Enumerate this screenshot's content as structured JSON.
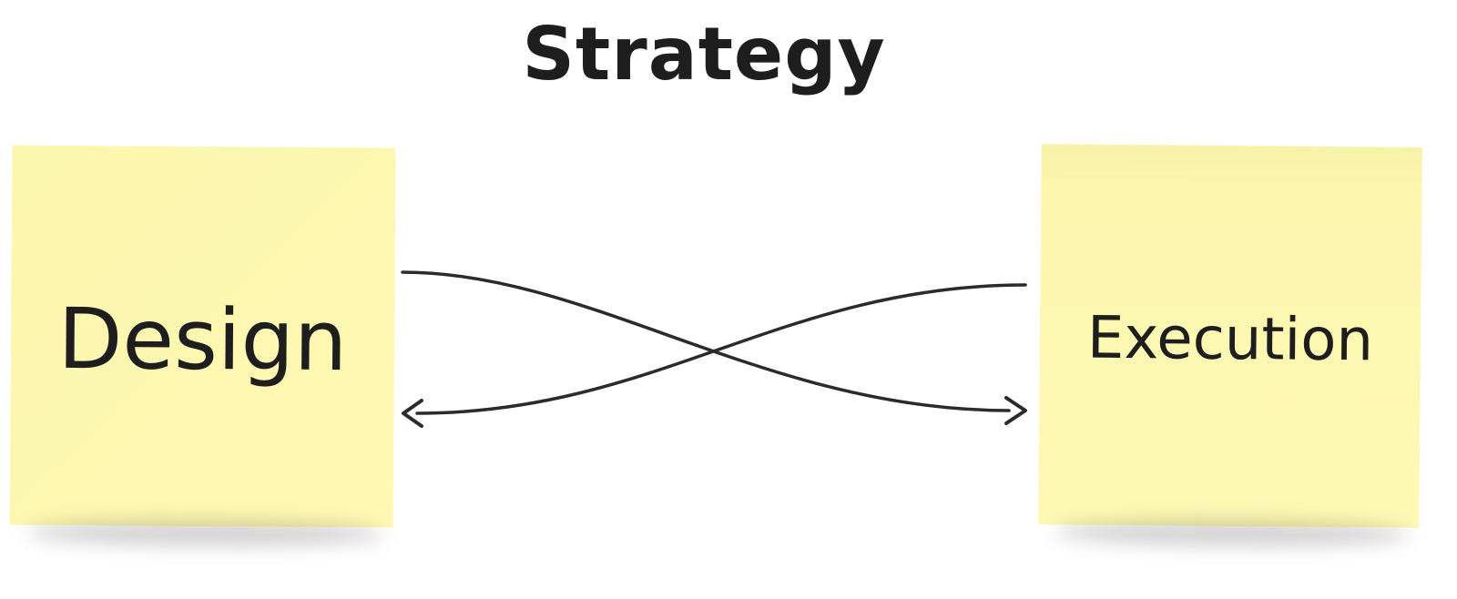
{
  "diagram": {
    "title": "Strategy",
    "nodes": [
      {
        "id": "design",
        "label": "Design",
        "color": "#fef8b0"
      },
      {
        "id": "execution",
        "label": "Execution",
        "color": "#fef8b0"
      }
    ],
    "edges": [
      {
        "from": "design",
        "to": "execution",
        "arrow": "end"
      },
      {
        "from": "execution",
        "to": "design",
        "arrow": "end"
      }
    ],
    "edge_color": "#2b2b2b"
  }
}
